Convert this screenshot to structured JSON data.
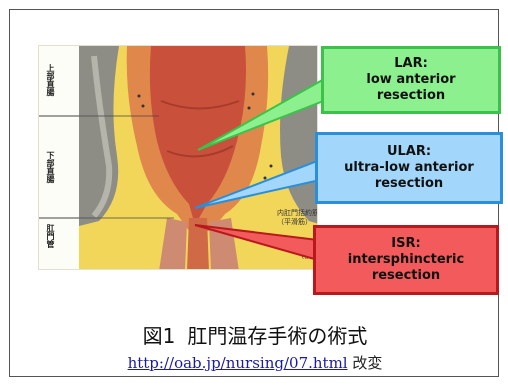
{
  "figure": {
    "side_labels": [
      "上部直腸",
      "下部直腸",
      "肛門管"
    ],
    "anatomy_labels": {
      "internal_sphincter": "内肛門括約筋",
      "internal_sphincter_sub": "（平滑筋）",
      "external_sphincter": "外",
      "external_sphincter_sub": "（横"
    },
    "callouts": {
      "lar": {
        "title": "LAR:",
        "line1": "low anterior",
        "line2": "resection"
      },
      "ular": {
        "title": "ULAR:",
        "line1": "ultra-low anterior",
        "line2": "resection"
      },
      "isr": {
        "title": "ISR:",
        "line1": "intersphincteric",
        "line2": "resection"
      }
    },
    "colors": {
      "lar_fill": "#8cf08e",
      "lar_border": "#3cc24a",
      "ular_fill": "#a3d6fb",
      "ular_border": "#2a8fd8",
      "isr_fill": "#f25a5c",
      "isr_border": "#b8191d"
    }
  },
  "caption": {
    "number": "図1",
    "title": "肛門温存手術の術式"
  },
  "source": {
    "url": "http://oab.jp/nursing/07.html",
    "note": "改変"
  }
}
